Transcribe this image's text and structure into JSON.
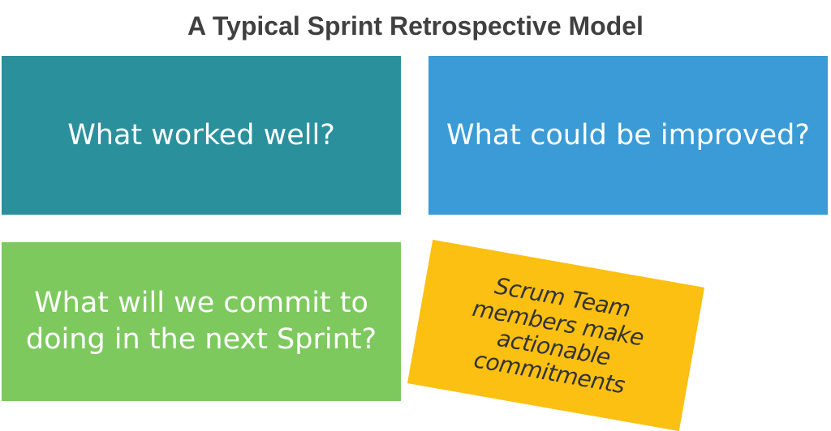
{
  "title": "A Typical Sprint Retrospective Model",
  "boxes": {
    "worked_well": {
      "label": "What worked well?",
      "color": "#2a909c"
    },
    "improved": {
      "label": "What could be improved?",
      "color": "#3b9bd6"
    },
    "commit": {
      "label": "What will we commit to doing in the next Sprint?",
      "color": "#7dc95e"
    }
  },
  "note": {
    "label": "Scrum Team members make actionable commitments",
    "color": "#fcc013"
  }
}
